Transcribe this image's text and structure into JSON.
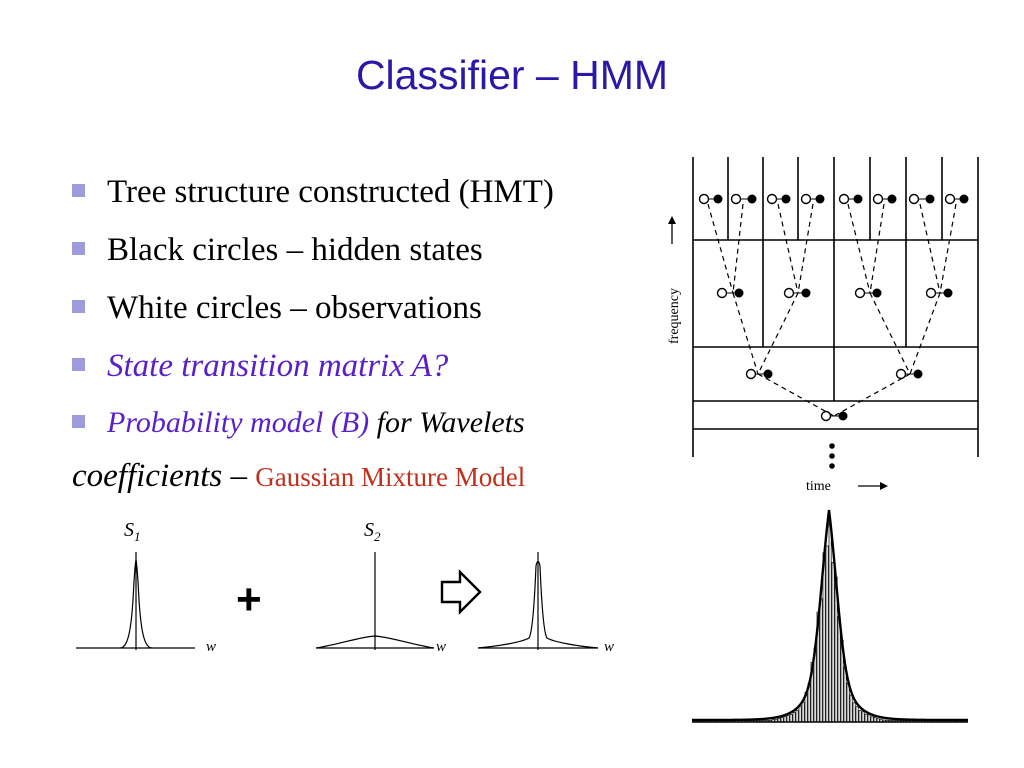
{
  "slide": {
    "title": "Classifier – HMM",
    "bullets": [
      {
        "text": "Tree structure constructed (HMT)"
      },
      {
        "text": "Black circles – hidden states"
      },
      {
        "text": "White circles – observations"
      },
      {
        "text": "State transition matrix A?"
      },
      {
        "text": "Probability model (B)",
        "suffix": " for Wavelets"
      }
    ],
    "continuation": {
      "lead": "coefficients",
      "dash": " – ",
      "highlight": "Gaussian Mixture Model"
    }
  },
  "tree_figure": {
    "y_axis_label": "frequency",
    "x_axis_label": "time"
  },
  "mixture_figure": {
    "s1_label": "S",
    "s1_sub": "1",
    "s2_label": "S",
    "s2_sub": "2",
    "axis_label": "w",
    "plus": "+"
  },
  "colors": {
    "title": "#2a18a8",
    "purple_text": "#5a20c8",
    "red_text": "#c0301c",
    "bullet": "#9c9cdc"
  }
}
